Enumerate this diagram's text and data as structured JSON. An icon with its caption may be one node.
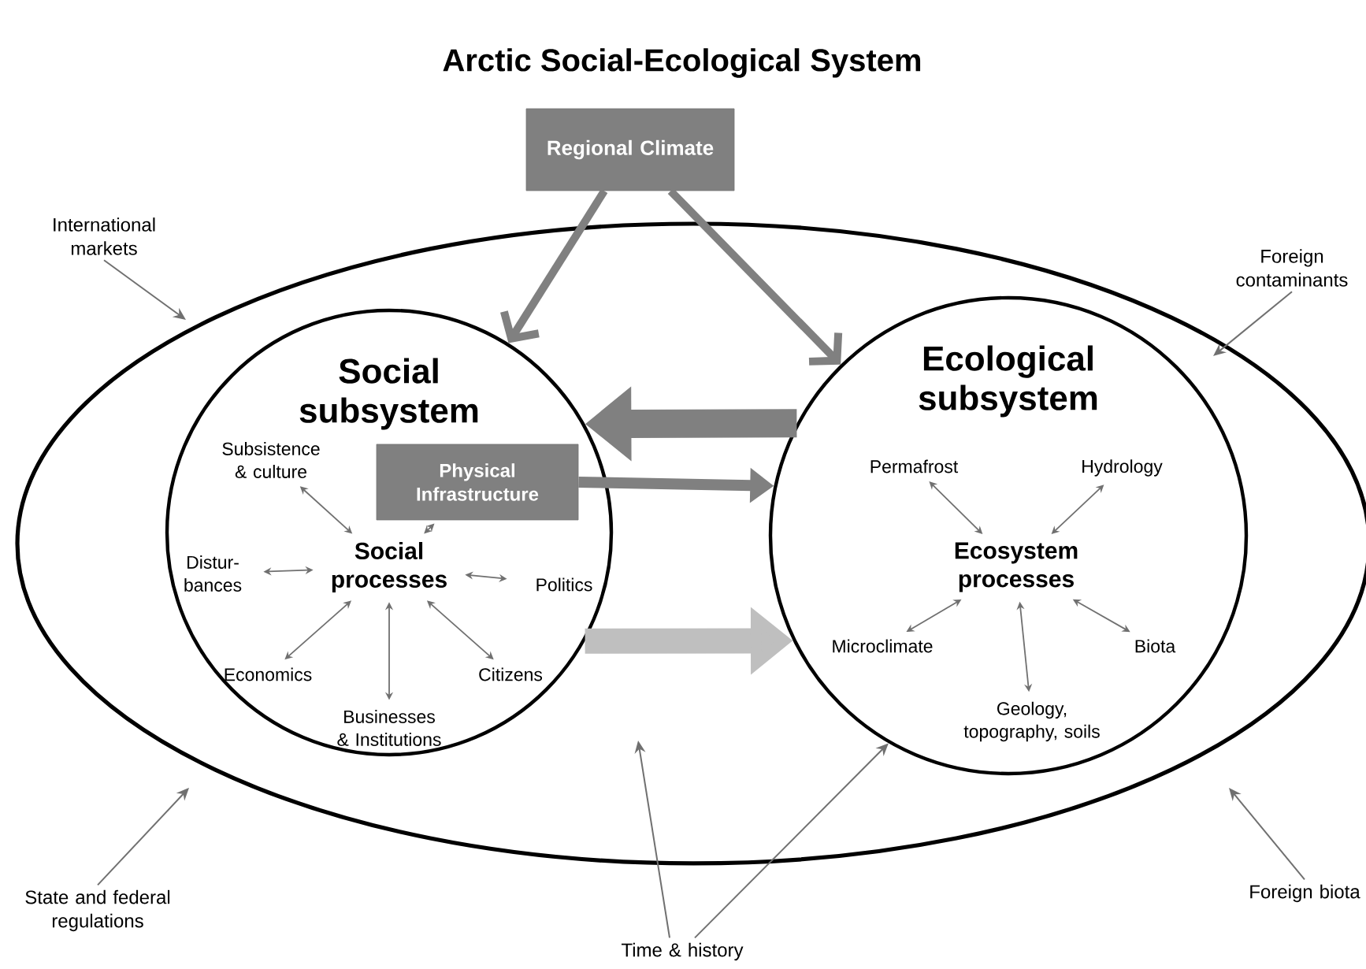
{
  "diagram": {
    "title": "Arctic Social-Ecological System",
    "nodes": [
      {
        "text": [],
        "shape": "ellipse"
      },
      {
        "text": [
          "Social subsystem"
        ],
        "in": 0
      },
      {
        "text": [
          "Ecological subsystem"
        ],
        "in": 0
      },
      {
        "text": [
          "Regional Climate"
        ]
      },
      {
        "text": [
          "Physical Infrastructure"
        ],
        "in": 1
      },
      {
        "text": [
          "Social processes"
        ],
        "in": 1
      },
      {
        "text": [
          "Subsistence & culture"
        ],
        "in": 1
      },
      {
        "text": [
          "Distur- bances"
        ],
        "in": 1
      },
      {
        "text": [
          "Politics"
        ],
        "in": 1
      },
      {
        "text": [
          "Economics"
        ],
        "in": 1
      },
      {
        "text": [
          "Businesses & Institutions"
        ],
        "in": 1
      },
      {
        "text": [
          "Citizens"
        ],
        "in": 1
      },
      {
        "text": [
          "Ecosystem processes"
        ],
        "in": 2
      },
      {
        "text": [
          "Permafrost"
        ],
        "in": 2
      },
      {
        "text": [
          "Hydrology"
        ],
        "in": 2
      },
      {
        "text": [
          "Microclimate"
        ],
        "in": 2
      },
      {
        "text": [
          "Geology, topography, soils"
        ],
        "in": 2
      },
      {
        "text": [
          "Biota"
        ],
        "in": 2
      },
      {
        "text": [
          "International markets"
        ]
      },
      {
        "text": [
          "Foreign contaminants"
        ]
      },
      {
        "text": [
          "State and federal regulations"
        ]
      },
      {
        "text": [
          "Foreign biota"
        ]
      },
      {
        "text": [
          "Time & history"
        ]
      }
    ],
    "edges": [
      {
        "from": 3,
        "to": 1,
        "arrow": "to",
        "style": "thick"
      },
      {
        "from": 3,
        "to": 2,
        "arrow": "to",
        "style": "thick"
      },
      {
        "from": 2,
        "to": 1,
        "arrow": "to",
        "style": "thick"
      },
      {
        "from": 4,
        "to": 2,
        "arrow": "to",
        "style": "thick"
      },
      {
        "from": 1,
        "to": 2,
        "arrow": "to",
        "style": "thick",
        "color": "#bfbfbf"
      },
      {
        "from": 5,
        "to": 6,
        "arrow": "both"
      },
      {
        "from": 5,
        "to": 7,
        "arrow": "both"
      },
      {
        "from": 5,
        "to": 8,
        "arrow": "both"
      },
      {
        "from": 5,
        "to": 9,
        "arrow": "both"
      },
      {
        "from": 5,
        "to": 10,
        "arrow": "both"
      },
      {
        "from": 5,
        "to": 11,
        "arrow": "both"
      },
      {
        "from": 5,
        "to": 4,
        "arrow": "both"
      },
      {
        "from": 12,
        "to": 13,
        "arrow": "both"
      },
      {
        "from": 12,
        "to": 14,
        "arrow": "both"
      },
      {
        "from": 12,
        "to": 15,
        "arrow": "both"
      },
      {
        "from": 12,
        "to": 16,
        "arrow": "both"
      },
      {
        "from": 12,
        "to": 17,
        "arrow": "both"
      },
      {
        "from": 18,
        "to": 0,
        "arrow": "to"
      },
      {
        "from": 19,
        "to": 0,
        "arrow": "to"
      },
      {
        "from": 20,
        "to": 0,
        "arrow": "to"
      },
      {
        "from": 21,
        "to": 0,
        "arrow": "to"
      },
      {
        "from": 22,
        "to": null,
        "arrow": "to"
      },
      {
        "from": 22,
        "to": 2,
        "arrow": "to"
      }
    ]
  }
}
